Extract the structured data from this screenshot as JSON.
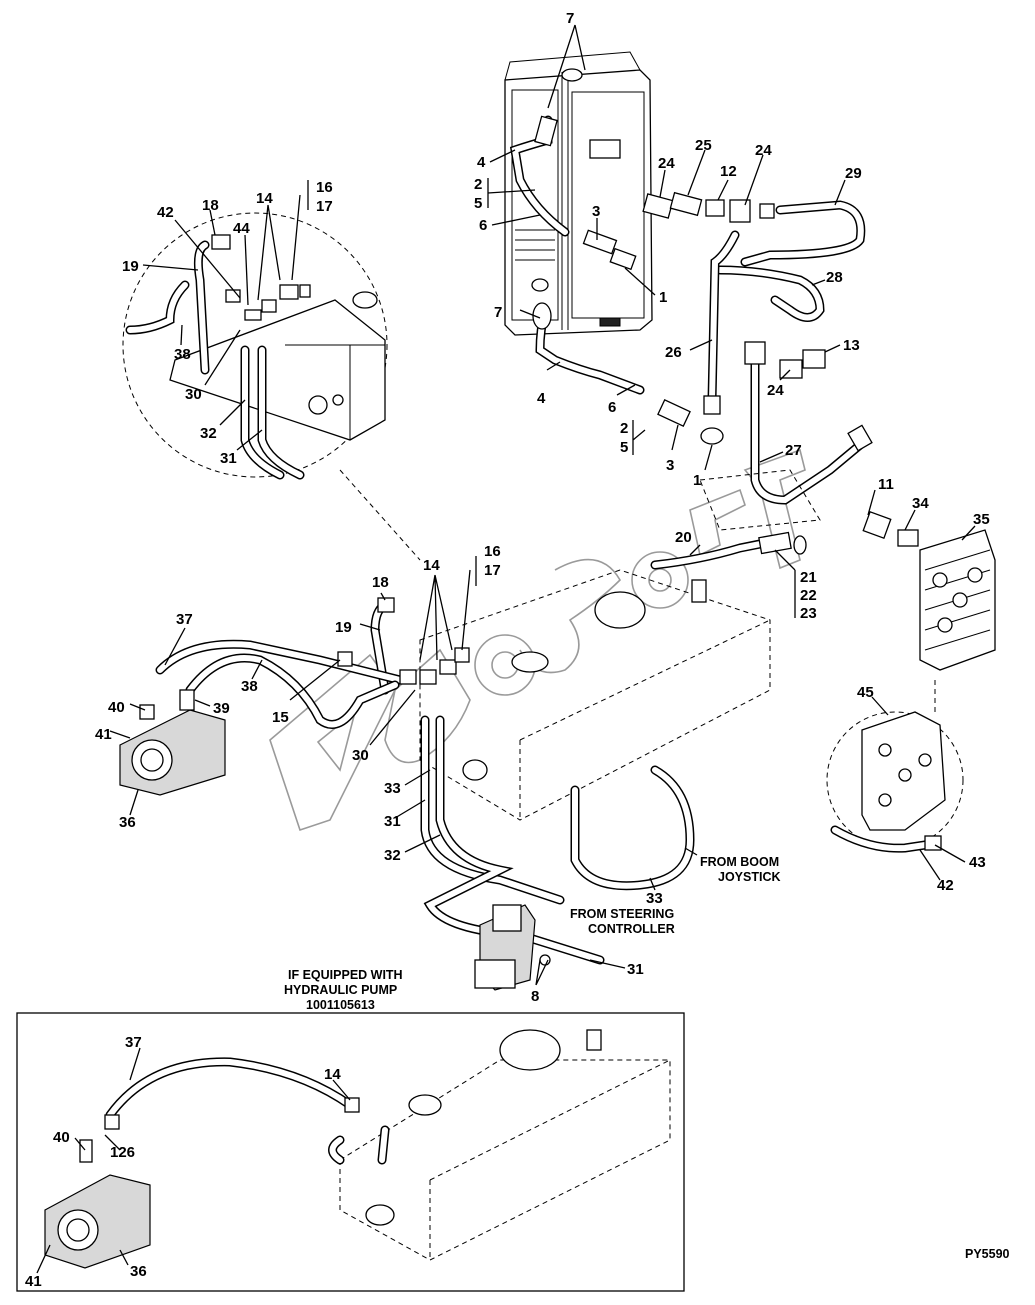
{
  "diagram": {
    "figure_id": "PY5590",
    "watermark": "AutoSoft",
    "notes": {
      "from_boom_joystick": [
        "FROM BOOM",
        "JOYSTICK"
      ],
      "from_steering_controller": [
        "FROM STEERING",
        "CONTROLLER"
      ],
      "optional_equipment": [
        "IF EQUIPPED WITH",
        "HYDRAULIC PUMP",
        "1001105613"
      ]
    },
    "callouts": {
      "c7_top": "7",
      "c4_top": "4",
      "c2_top": "2",
      "c5_top": "5",
      "c6_top": "6",
      "c3_top": "3",
      "c1_top": "1",
      "c24_a": "24",
      "c25": "25",
      "c12": "12",
      "c24_b": "24",
      "c29": "29",
      "c28": "28",
      "c13": "13",
      "c24_c": "24",
      "c26": "26",
      "c27": "27",
      "c7_mid": "7",
      "c4_mid": "4",
      "c6_mid": "6",
      "c2_mid": "2",
      "c5_mid": "5",
      "c3_mid": "3",
      "c1_mid": "1",
      "c11": "11",
      "c34": "34",
      "c35": "35",
      "c20": "20",
      "c21": "21",
      "c22": "22",
      "c23": "23",
      "c16_det": "16",
      "c17_det": "17",
      "c14_det": "14",
      "c18_det": "18",
      "c42_det": "42",
      "c44": "44",
      "c19_det": "19",
      "c38_det": "38",
      "c30_det": "30",
      "c32_det": "32",
      "c31_det": "31",
      "c16": "16",
      "c17": "17",
      "c14": "14",
      "c18": "18",
      "c19": "19",
      "c37": "37",
      "c38": "38",
      "c15": "15",
      "c40": "40",
      "c39": "39",
      "c41": "41",
      "c36": "36",
      "c30": "30",
      "c33": "33",
      "c31": "31",
      "c32": "32",
      "c33_b": "33",
      "c8": "8",
      "c31_b": "31",
      "c45": "45",
      "c42": "42",
      "c43": "43",
      "c37_b": "37",
      "c14_b": "14",
      "c40_b": "40",
      "c126": "126",
      "c41_b": "41",
      "c36_b": "36"
    }
  }
}
